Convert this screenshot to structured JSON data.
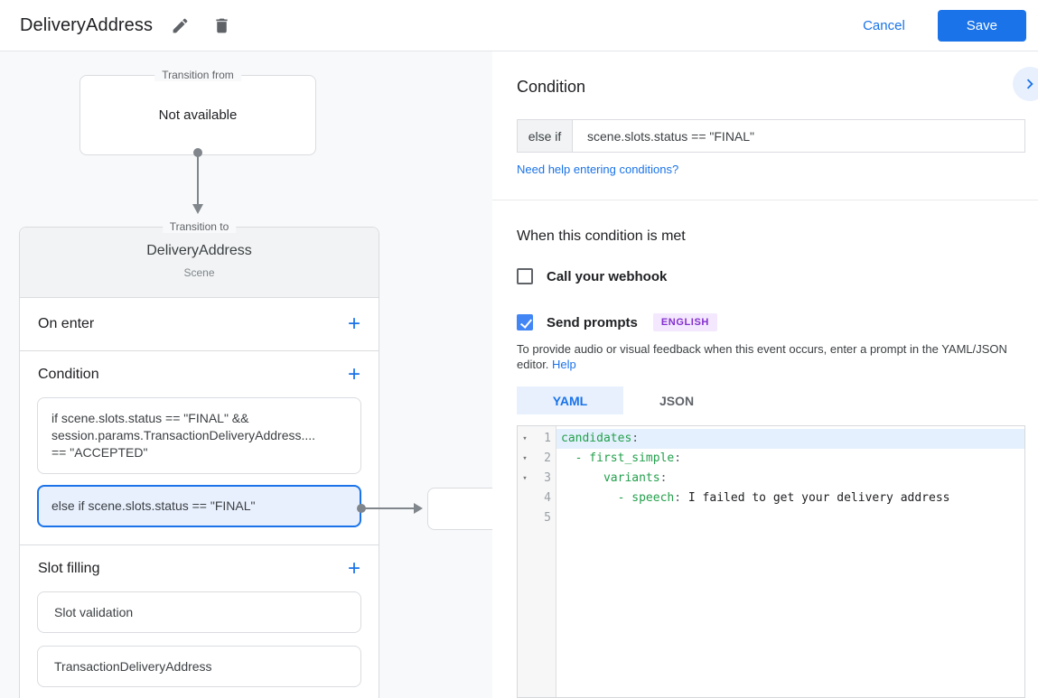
{
  "header": {
    "title": "DeliveryAddress",
    "cancel": "Cancel",
    "save": "Save"
  },
  "canvas": {
    "transition_from": {
      "legend": "Transition from",
      "text": "Not available"
    },
    "scene": {
      "legend": "Transition to",
      "name": "DeliveryAddress",
      "type": "Scene",
      "on_enter_label": "On enter",
      "condition_label": "Condition",
      "conditions": [
        "if scene.slots.status == \"FINAL\" &&\nsession.params.TransactionDeliveryAddress....\n== \"ACCEPTED\"",
        "else if scene.slots.status == \"FINAL\""
      ],
      "slot_filling_label": "Slot filling",
      "slots": [
        "Slot validation",
        "TransactionDeliveryAddress"
      ]
    }
  },
  "panel": {
    "title": "Condition",
    "condition_prefix": "else if",
    "condition_value": "scene.slots.status == \"FINAL\"",
    "help_link": "Need help entering conditions?",
    "when_heading": "When this condition is met",
    "webhook_label": "Call your webhook",
    "webhook_checked": false,
    "prompts_label": "Send prompts",
    "prompts_checked": true,
    "language_badge": "ENGLISH",
    "description": "To provide audio or visual feedback when this event occurs, enter a prompt in the YAML/JSON editor.",
    "description_help": "Help",
    "tabs": [
      {
        "label": "YAML",
        "active": true
      },
      {
        "label": "JSON",
        "active": false
      }
    ],
    "editor": {
      "lines": [
        {
          "num": "1",
          "fold": true,
          "active": true,
          "segments": [
            {
              "c": "key",
              "t": "candidates"
            },
            {
              "c": "punc",
              "t": ":"
            }
          ]
        },
        {
          "num": "2",
          "fold": true,
          "active": false,
          "segments": [
            {
              "c": "ws",
              "t": "  "
            },
            {
              "c": "key",
              "t": "- first_simple"
            },
            {
              "c": "punc",
              "t": ":"
            }
          ]
        },
        {
          "num": "3",
          "fold": true,
          "active": false,
          "segments": [
            {
              "c": "ws",
              "t": "      "
            },
            {
              "c": "key",
              "t": "variants"
            },
            {
              "c": "punc",
              "t": ":"
            }
          ]
        },
        {
          "num": "4",
          "fold": false,
          "active": false,
          "segments": [
            {
              "c": "ws",
              "t": "        "
            },
            {
              "c": "key",
              "t": "- speech"
            },
            {
              "c": "punc",
              "t": ":"
            },
            {
              "c": "str",
              "t": " I failed to get your delivery address"
            }
          ]
        },
        {
          "num": "5",
          "fold": false,
          "active": false,
          "segments": []
        }
      ]
    }
  },
  "colors": {
    "accent_blue": "#1a73e8",
    "checkbox_blue": "#4285f4",
    "selected_bg": "#e8f0fe",
    "border_gray": "#dadce0",
    "canvas_bg": "#f8f9fa",
    "card_header_bg": "#f1f3f4",
    "badge_bg": "#f3e8fd",
    "badge_text": "#8430ce",
    "code_key_green": "#23a04c",
    "connector_gray": "#80868b"
  }
}
